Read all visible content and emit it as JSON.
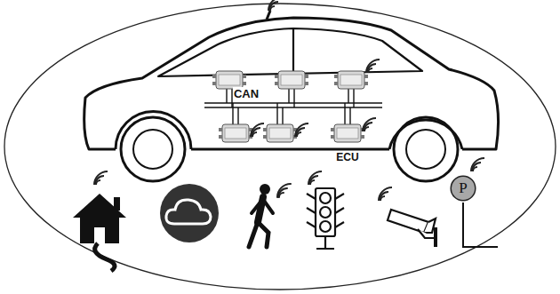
{
  "diagram": {
    "nodes": [
      {
        "text": [
          "P"
        ]
      }
    ],
    "labels": [
      "CAN",
      "ECU"
    ]
  }
}
